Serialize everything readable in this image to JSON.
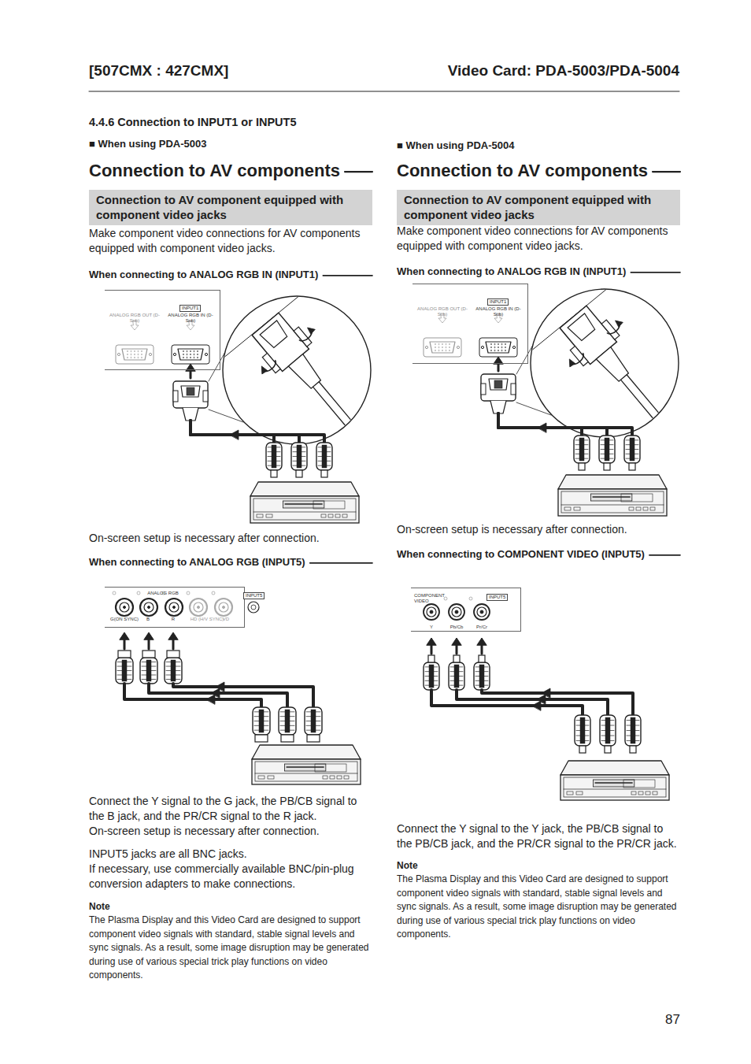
{
  "diagram": {
    "nodes": [
      {
        "text": [
          "Connection to AV component equipped with component video jacks"
        ]
      },
      {
        "text": [
          "ANALOG RGB OUT (D-Sub)",
          "ANALOG RGB IN (D-Sub)"
        ]
      },
      {
        "text": [
          "INPUT1"
        ],
        "in": 1
      },
      {
        "text": [
          "ANALOG RGB",
          "G(ON SYNC)",
          "B",
          "R",
          "HD (H/V SYNC)",
          "VD"
        ]
      },
      {
        "text": [
          "INPUT5"
        ],
        "in": 3
      },
      {
        "text": [
          "Connection to AV component equipped with component video jacks"
        ]
      },
      {
        "text": [
          "ANALOG RGB OUT (D-Sub)",
          "ANALOG RGB IN (D-Sub)"
        ]
      },
      {
        "text": [
          "INPUT1"
        ],
        "in": 6
      },
      {
        "text": [
          "COMPONENT VIDEO",
          "Y",
          "Pb/Cb",
          "Pr/Cr"
        ]
      },
      {
        "text": [
          "INPUT5"
        ],
        "in": 8
      }
    ],
    "labels": [
      "[507CMX : 427CMX]",
      "Video Card: PDA-5003/PDA-5004",
      "4.4.6 Connection to INPUT1 or INPUT5",
      "■ When using PDA-5003",
      "Connection to AV components",
      "Make component video connections for AV components equipped with component video jacks.",
      "When connecting to ANALOG RGB IN (INPUT1)",
      "On-screen setup is necessary after connection.",
      "When connecting to ANALOG RGB (INPUT5)",
      "Connect the Y signal to the G jack, the PB/CB signal to the B jack, and the PR/CR signal to the R jack.",
      "On-screen setup is necessary after connection.",
      "INPUT5 jacks are all BNC jacks.",
      "If necessary, use commercially available BNC/pin-plug conversion adapters to make connections.",
      "Note",
      "The Plasma Display and this Video Card are designed to support component video signals with standard, stable signal levels and sync signals. As a result, some image disruption may be generated during use of various special trick play functions on video components.",
      "■ When using PDA-5004",
      "Connection to AV components",
      "Make component video connections for AV components equipped with component video jacks.",
      "When connecting to ANALOG RGB IN (INPUT1)",
      "On-screen setup is necessary after connection.",
      "When connecting to COMPONENT VIDEO (INPUT5)",
      "Connect the Y signal to the Y jack, the PB/CB signal to the PB/CB jack, and the PR/CR signal to the PR/CR jack.",
      "Note",
      "The Plasma Display and this Video Card are designed to support component video signals with standard, stable signal levels and sync signals. As a result, some image disruption may be generated during use of various special trick play functions on video components.",
      "87"
    ]
  }
}
